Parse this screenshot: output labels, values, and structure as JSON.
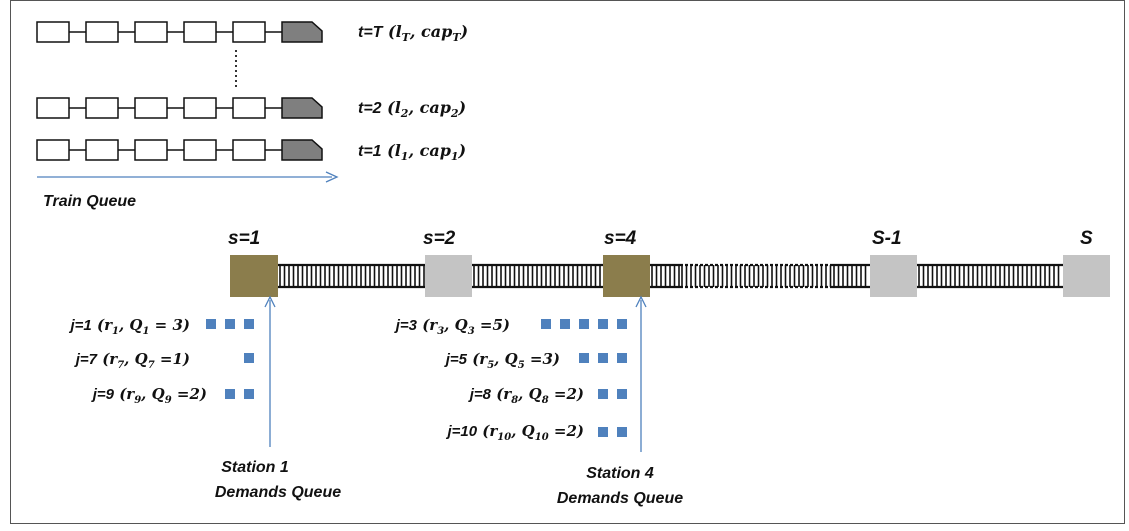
{
  "train_queue": {
    "label": "Train Queue",
    "trains": [
      {
        "time_label": "t=T",
        "length_symbol": "l",
        "capacity_symbol": "cap",
        "sub": "T"
      },
      {
        "time_label": "t=2",
        "length_symbol": "l",
        "capacity_symbol": "cap",
        "sub": "2"
      },
      {
        "time_label": "t=1",
        "length_symbol": "l",
        "capacity_symbol": "cap",
        "sub": "1"
      }
    ]
  },
  "track": {
    "stations": [
      {
        "label": "s=1",
        "kind": "depot"
      },
      {
        "label": "s=2",
        "kind": "plain"
      },
      {
        "label": "s=4",
        "kind": "depot"
      },
      {
        "label": "S-1",
        "kind": "plain"
      },
      {
        "label": "S",
        "kind": "plain"
      }
    ]
  },
  "demand_queues": [
    {
      "caption_line1": "Station 1",
      "caption_line2": "Demands Queue",
      "demands": [
        {
          "j": "j=1",
          "r_sub": "1",
          "q_sub": "1",
          "qty": "= 3)",
          "squares": 3
        },
        {
          "j": "j=7",
          "r_sub": "7",
          "q_sub": "7",
          "qty": "=1)",
          "squares": 1
        },
        {
          "j": "j=9",
          "r_sub": "9",
          "q_sub": "9",
          "qty": "=2)",
          "squares": 2
        }
      ]
    },
    {
      "caption_line1": "Station 4",
      "caption_line2": "Demands Queue",
      "demands": [
        {
          "j": "j=3",
          "r_sub": "3",
          "q_sub": "3",
          "qty": "=5)",
          "squares": 5
        },
        {
          "j": "j=5",
          "r_sub": "5",
          "q_sub": "5",
          "qty": "=3)",
          "squares": 3
        },
        {
          "j": "j=8",
          "r_sub": "8",
          "q_sub": "8",
          "qty": "=2)",
          "squares": 2
        },
        {
          "j": "j=10",
          "r_sub": "10",
          "q_sub": "10",
          "qty": "=2)",
          "squares": 2
        }
      ]
    }
  ],
  "colors": {
    "depot_station": "#8b7d4c",
    "plain_station": "#c4c4c4",
    "locomotive": "#7f7f7f",
    "demand_square": "#4f81bd",
    "arrow": "#4f81bd",
    "track": "#111111"
  }
}
